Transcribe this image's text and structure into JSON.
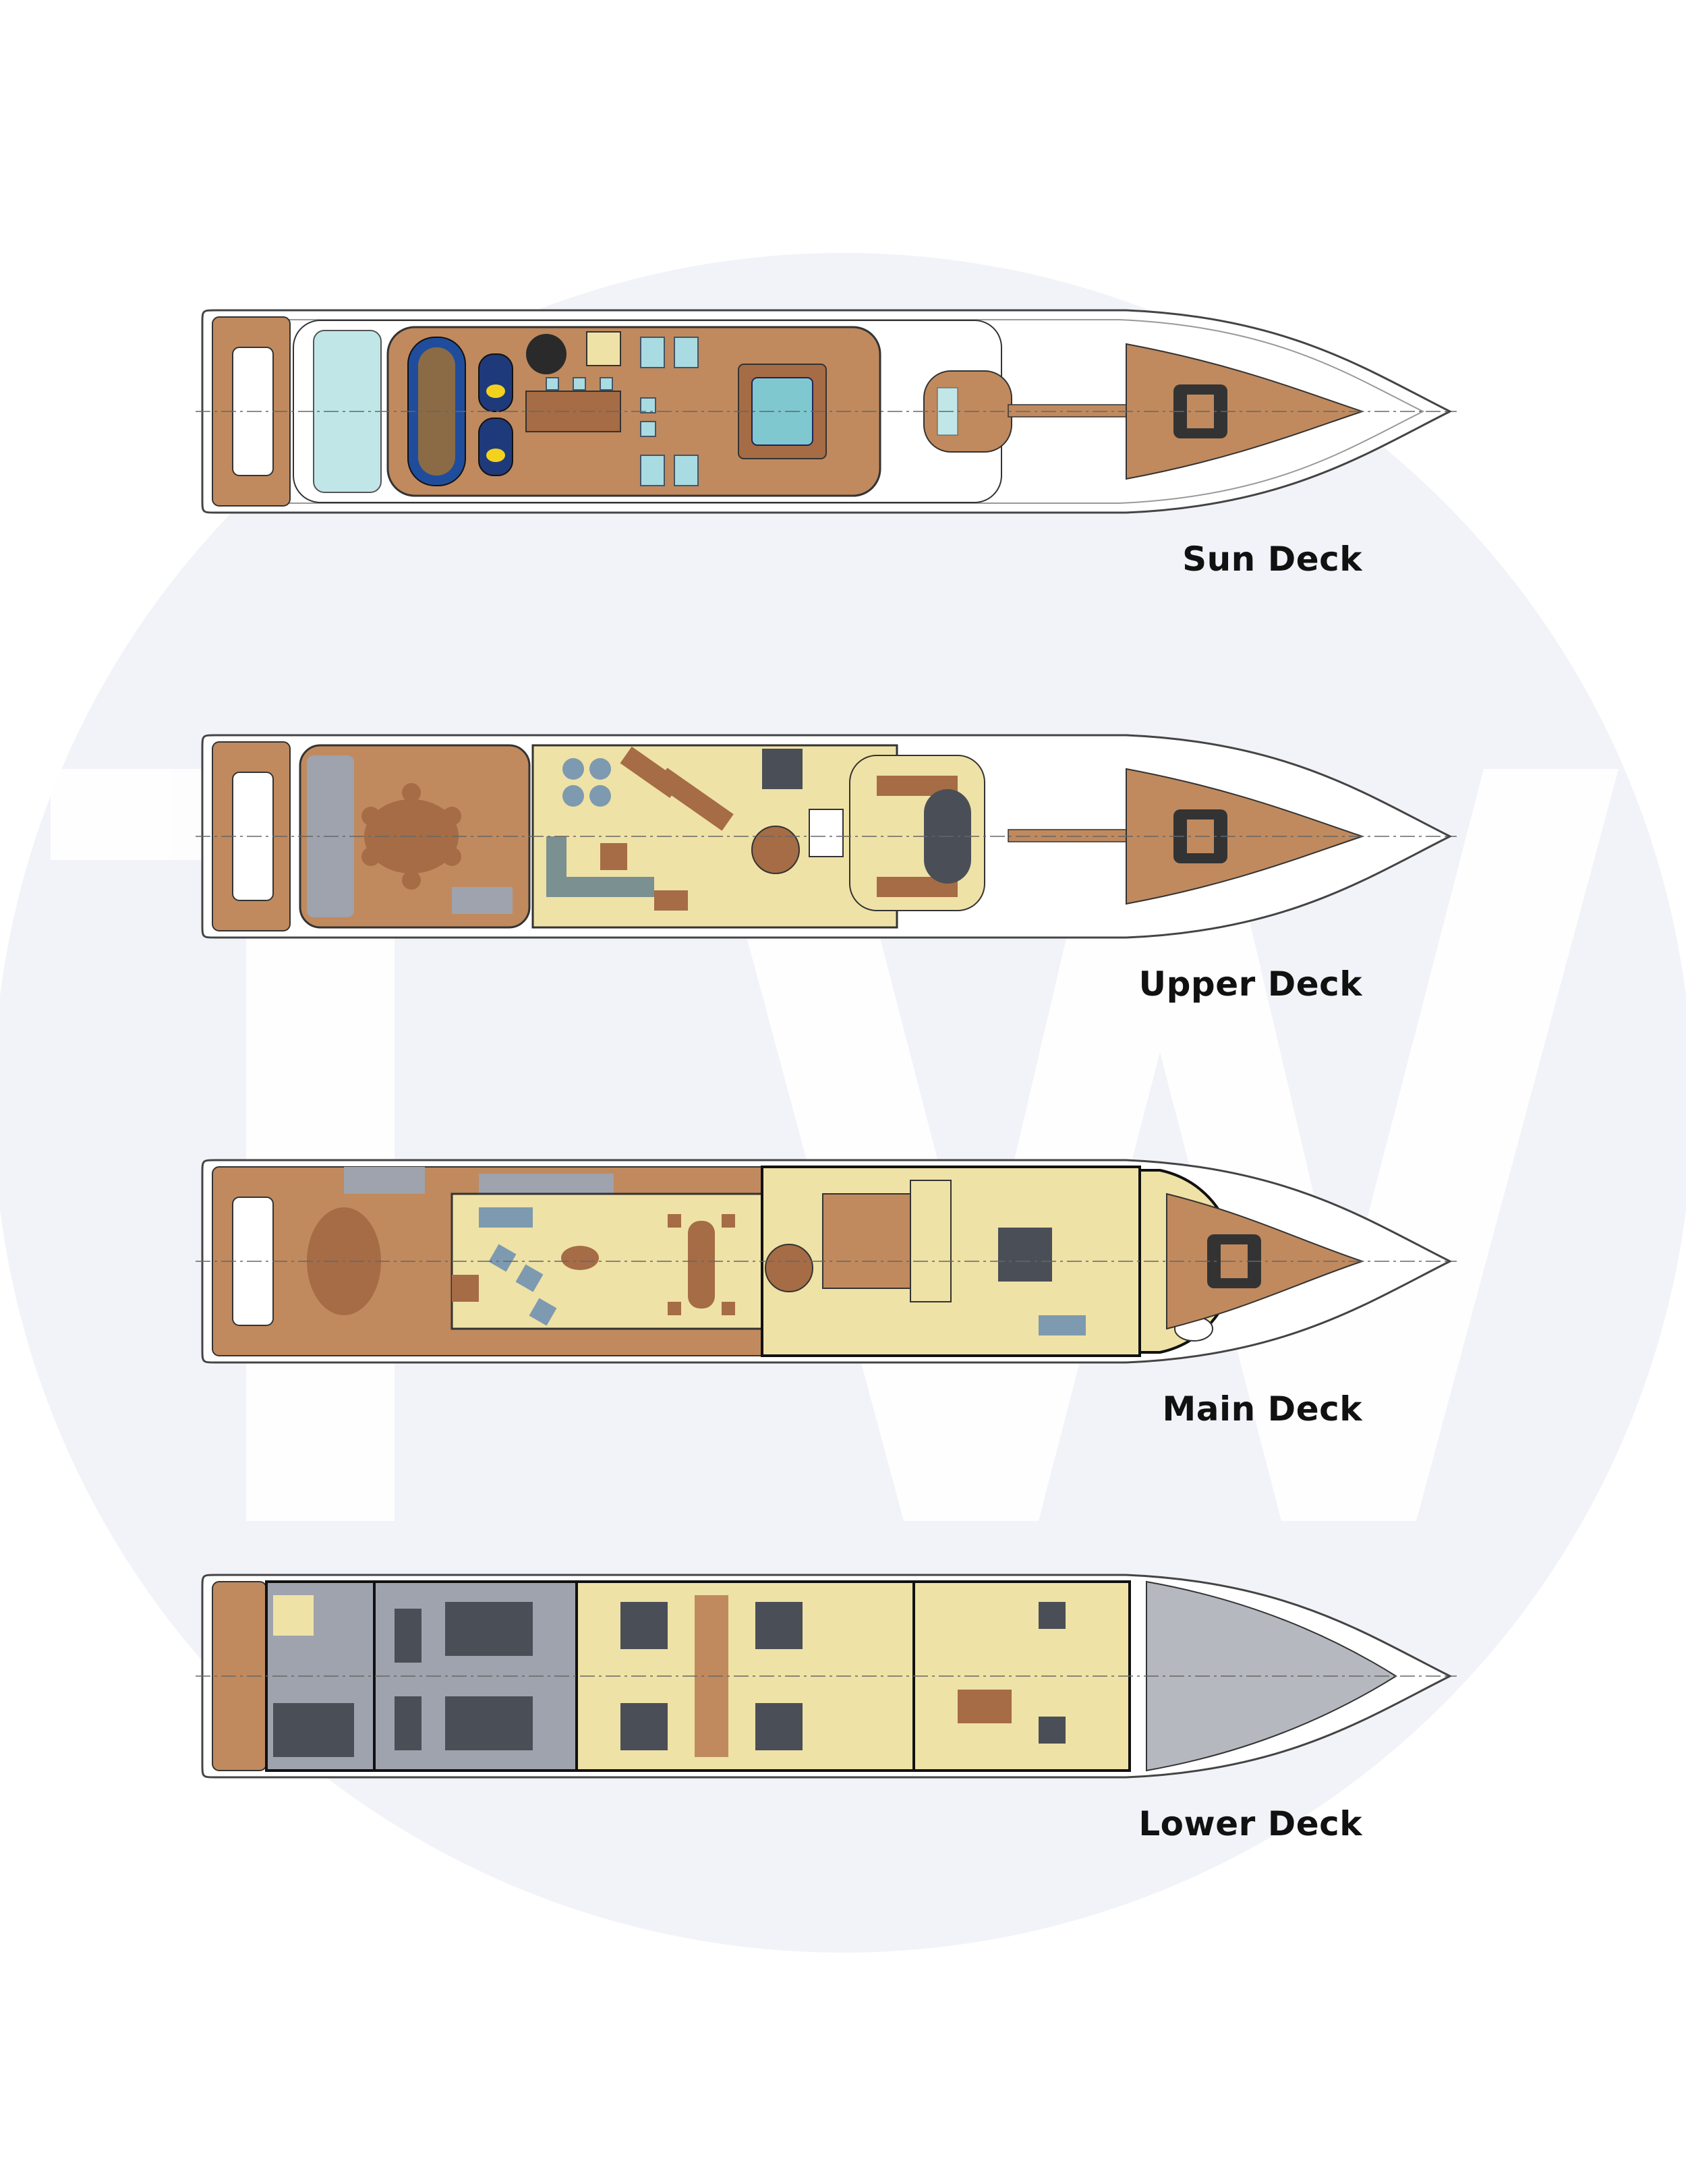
{
  "watermark": {
    "letters": "TW",
    "circle_color": "#f1f3f8",
    "letter_color": "#ffffff"
  },
  "colors": {
    "teak": "#c08a5e",
    "teak_dark": "#a56c45",
    "cream": "#efe2a6",
    "grey": "#9ea3ad",
    "dark_grey": "#4a4e57",
    "hull": "#ffffff",
    "outline": "#2a2a2a",
    "pool": "#7fc8d0",
    "tender": "#1f4d9c"
  },
  "decks": [
    {
      "id": "sun",
      "label": "Sun Deck"
    },
    {
      "id": "upper",
      "label": "Upper Deck"
    },
    {
      "id": "main",
      "label": "Main Deck"
    },
    {
      "id": "lower",
      "label": "Lower Deck"
    }
  ]
}
